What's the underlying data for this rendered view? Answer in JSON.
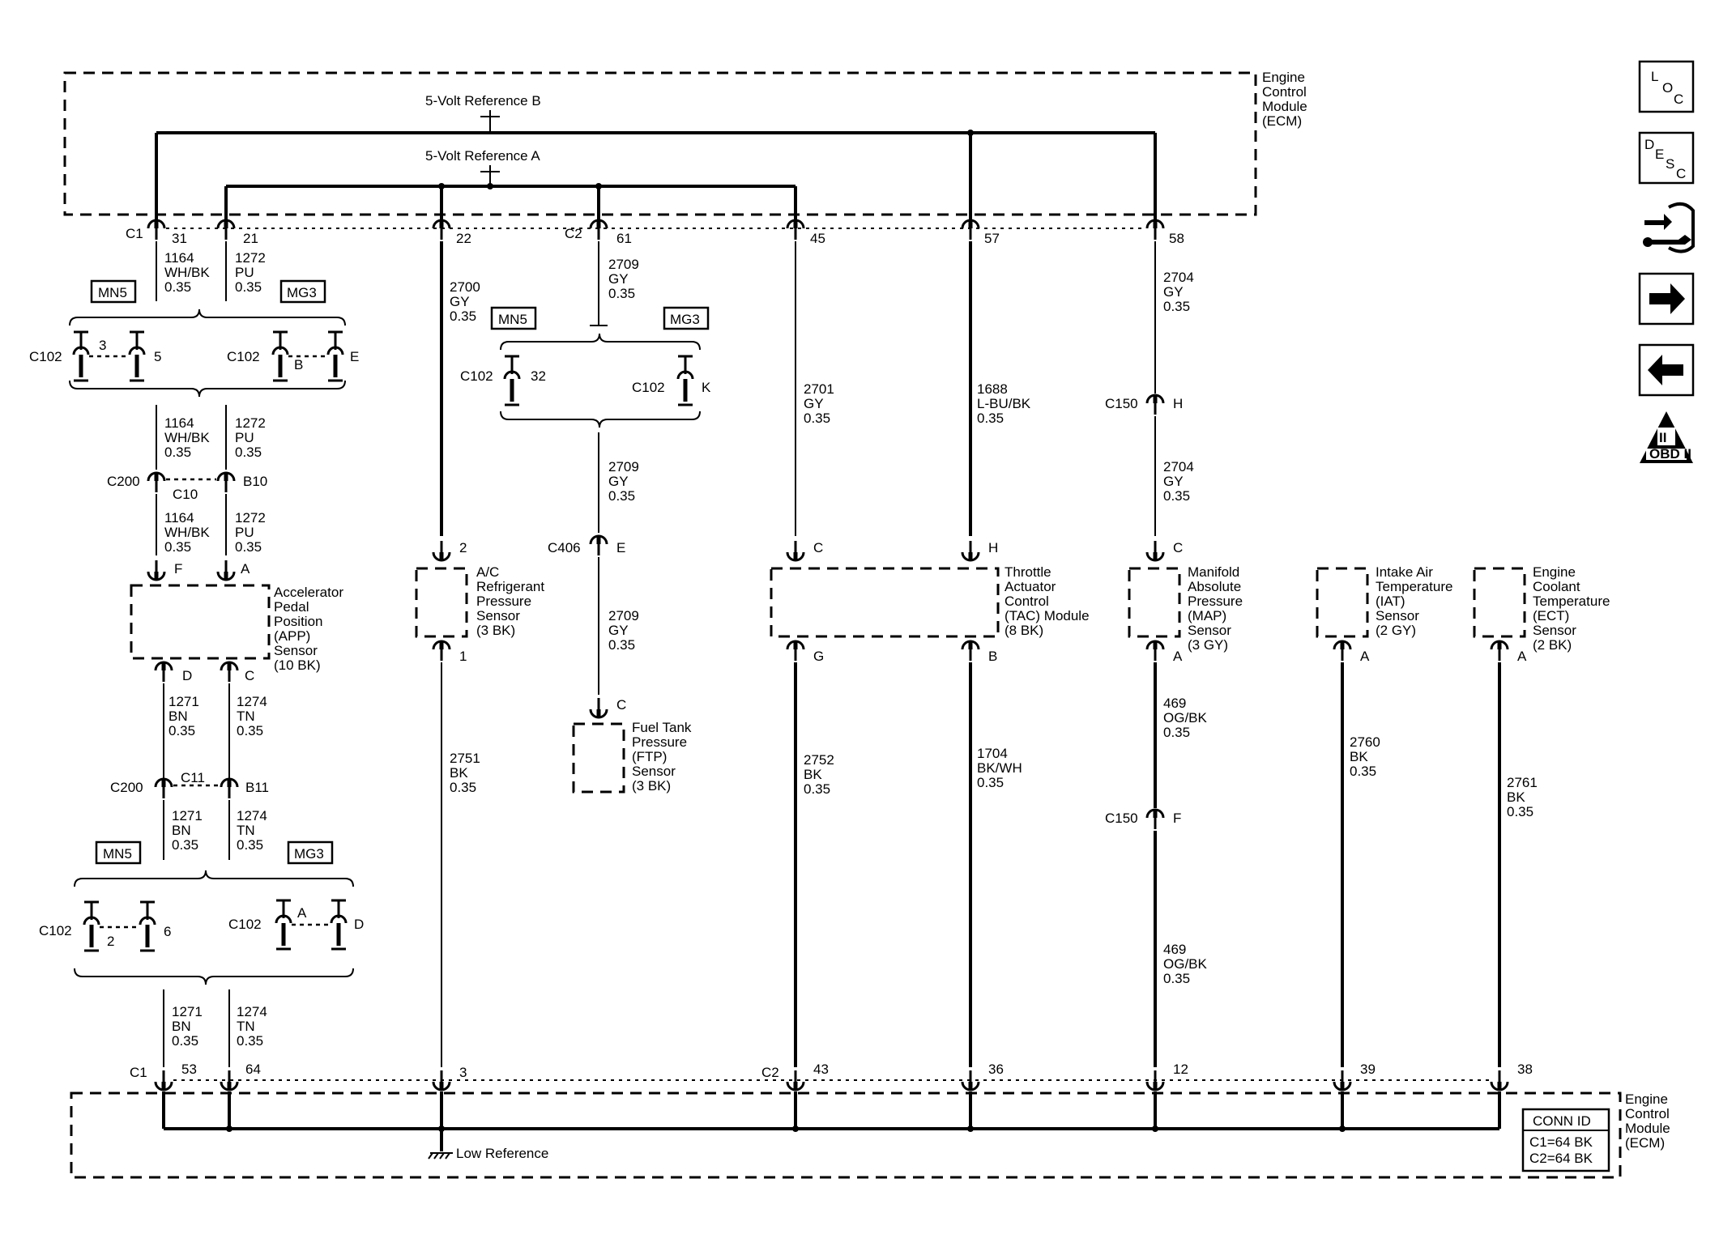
{
  "ecm": {
    "top_label": [
      "Engine",
      "Control",
      "Module",
      "(ECM)"
    ],
    "bottom_label": [
      "Engine",
      "Control",
      "Module",
      "(ECM)"
    ],
    "ref_b": "5-Volt Reference B",
    "ref_a": "5-Volt Reference A",
    "low_ref": "Low Reference",
    "conn_id_title": "CONN ID",
    "conn_id_lines": [
      "C1=64 BK",
      "C2=64 BK"
    ]
  },
  "connectors": {
    "c1": "C1",
    "c2": "C2",
    "c102": "C102",
    "c200": "C200",
    "c150": "C150",
    "c406": "C406"
  },
  "options": {
    "mn5": "MN5",
    "mg3": "MG3"
  },
  "pins": {
    "top": {
      "p31": "31",
      "p21": "21",
      "p22": "22",
      "p61": "61",
      "p45": "45",
      "p57": "57",
      "p58": "58"
    },
    "bottom": {
      "p53": "53",
      "p64": "64",
      "p3": "3",
      "p43": "43",
      "p36": "36",
      "p12": "12",
      "p39": "39",
      "p38": "38"
    },
    "c102_upper": {
      "p3": "3",
      "p5": "5",
      "pB": "B",
      "pE": "E"
    },
    "c102_mid": {
      "p32": "32",
      "pK": "K"
    },
    "c102_lower": {
      "p2": "2",
      "p6": "6",
      "pA": "A",
      "pD": "D"
    },
    "c200": {
      "pC10": "C10",
      "pB10": "B10",
      "pC11": "C11",
      "pB11": "B11"
    },
    "c150": {
      "pH": "H",
      "pF": "F"
    },
    "c406": {
      "pE": "E"
    },
    "sensor": {
      "app_F": "F",
      "app_A": "A",
      "app_D": "D",
      "app_C": "C",
      "ac_2": "2",
      "ac_1": "1",
      "ftp_C": "C",
      "tac_C": "C",
      "tac_H": "H",
      "tac_G": "G",
      "tac_B": "B",
      "map_C": "C",
      "map_A": "A",
      "iat_A": "A",
      "ect_A": "A"
    }
  },
  "wires": {
    "w1164": [
      "1164",
      "WH/BK",
      "0.35"
    ],
    "w1272": [
      "1272",
      "PU",
      "0.35"
    ],
    "w2700": [
      "2700",
      "GY",
      "0.35"
    ],
    "w2709": [
      "2709",
      "GY",
      "0.35"
    ],
    "w2701": [
      "2701",
      "GY",
      "0.35"
    ],
    "w1688": [
      "1688",
      "L-BU/BK",
      "0.35"
    ],
    "w2704": [
      "2704",
      "GY",
      "0.35"
    ],
    "w1271": [
      "1271",
      "BN",
      "0.35"
    ],
    "w1274": [
      "1274",
      "TN",
      "0.35"
    ],
    "w2751": [
      "2751",
      "BK",
      "0.35"
    ],
    "w2752": [
      "2752",
      "BK",
      "0.35"
    ],
    "w1704": [
      "1704",
      "BK/WH",
      "0.35"
    ],
    "w469": [
      "469",
      "OG/BK",
      "0.35"
    ],
    "w2760": [
      "2760",
      "BK",
      "0.35"
    ],
    "w2761": [
      "2761",
      "BK",
      "0.35"
    ]
  },
  "components": {
    "app": [
      "Accelerator",
      "Pedal",
      "Position",
      "(APP)",
      "Sensor",
      "(10 BK)"
    ],
    "ac": [
      "A/C",
      "Refrigerant",
      "Pressure",
      "Sensor",
      "(3 BK)"
    ],
    "ftp": [
      "Fuel Tank",
      "Pressure",
      "(FTP)",
      "Sensor",
      "(3 BK)"
    ],
    "tac": [
      "Throttle",
      "Actuator",
      "Control",
      "(TAC) Module",
      "(8 BK)"
    ],
    "map": [
      "Manifold",
      "Absolute",
      "Pressure",
      "(MAP)",
      "Sensor",
      "(3 GY)"
    ],
    "iat": [
      "Intake Air",
      "Temperature",
      "(IAT)",
      "Sensor",
      "(2 GY)"
    ],
    "ect": [
      "Engine",
      "Coolant",
      "Temperature",
      "(ECT)",
      "Sensor",
      "(2 BK)"
    ]
  },
  "icons": {
    "loc": [
      "L",
      "O",
      "C"
    ],
    "desc": [
      "D",
      "E",
      "S",
      "C"
    ],
    "obd": {
      "roman": "II",
      "text": "OBD II"
    }
  }
}
